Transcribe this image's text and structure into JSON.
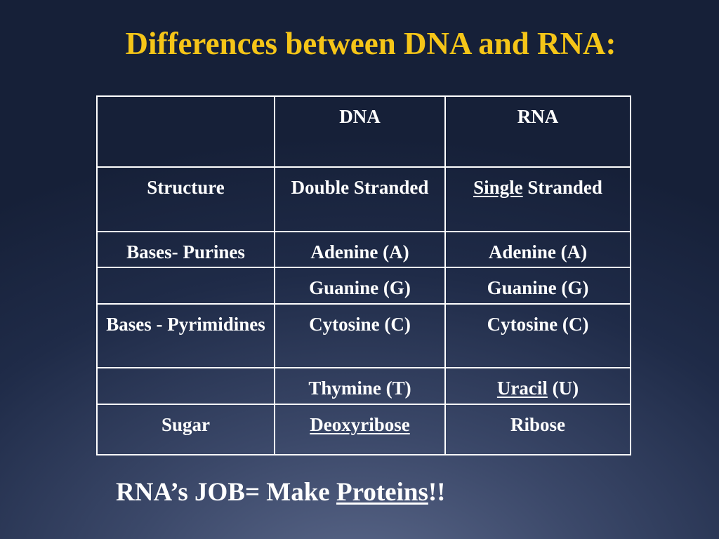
{
  "slide": {
    "title": "Differences between DNA and RNA:"
  },
  "table": {
    "header": {
      "corner": "",
      "dna": "DNA",
      "rna": "RNA"
    },
    "rows": [
      {
        "label": "Structure",
        "dna": "Double Stranded",
        "rna_emphasis": "Single",
        "rna_rest": " Stranded"
      },
      {
        "label": "Bases- Purines",
        "dna": "Adenine (A)",
        "rna": "Adenine (A)"
      },
      {
        "label": "",
        "dna": "Guanine (G)",
        "rna": "Guanine (G)"
      },
      {
        "label": "Bases - Pyrimidines",
        "dna": "Cytosine (C)",
        "rna": "Cytosine (C)"
      },
      {
        "label": "",
        "dna": "Thymine (T)",
        "rna_emphasis": "Uracil",
        "rna_rest": " (U)"
      },
      {
        "label": "Sugar",
        "dna_emphasis": "Deoxyribose",
        "rna": "Ribose"
      }
    ]
  },
  "tagline": {
    "prefix": "RNA’s JOB= Make ",
    "emphasis": "Proteins",
    "suffix": "!!"
  },
  "colors": {
    "title": "#f5c518",
    "text": "#ffffff",
    "background_dark": "#162038",
    "background_light": "#5d6a8c"
  }
}
